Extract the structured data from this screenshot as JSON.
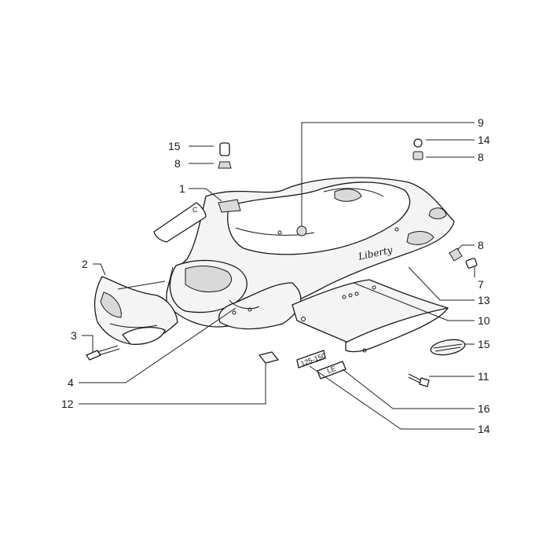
{
  "callouts": [
    {
      "key": "c15a",
      "number": "15"
    },
    {
      "key": "c8a",
      "number": "8"
    },
    {
      "key": "c1",
      "number": "1"
    },
    {
      "key": "c9",
      "number": "9"
    },
    {
      "key": "c14a",
      "number": "14"
    },
    {
      "key": "c8b",
      "number": "8"
    },
    {
      "key": "c2",
      "number": "2"
    },
    {
      "key": "c3",
      "number": "3"
    },
    {
      "key": "c4",
      "number": "4"
    },
    {
      "key": "c12",
      "number": "12"
    },
    {
      "key": "c8c",
      "number": "8"
    },
    {
      "key": "c7",
      "number": "7"
    },
    {
      "key": "c13",
      "number": "13"
    },
    {
      "key": "c10",
      "number": "10"
    },
    {
      "key": "c15b",
      "number": "15"
    },
    {
      "key": "c11",
      "number": "11"
    },
    {
      "key": "c16",
      "number": "16"
    },
    {
      "key": "c14b",
      "number": "14"
    }
  ],
  "decals": {
    "badge_small": "125-150",
    "badge_le": "LE",
    "logo": "Liberty"
  }
}
